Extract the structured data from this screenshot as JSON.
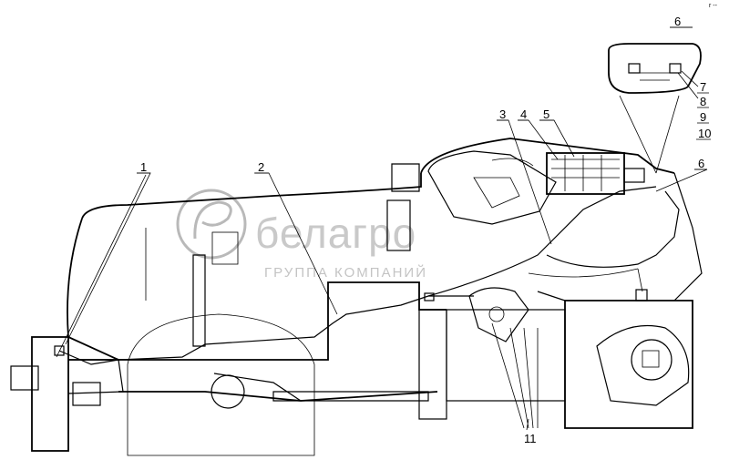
{
  "diagram": {
    "callouts": [
      "1",
      "2",
      "3",
      "4",
      "5",
      "6",
      "7",
      "8",
      "9",
      "10",
      "6",
      "11"
    ],
    "watermark": {
      "brand": "белагро",
      "tagline": "ГРУППА КОМПАНИЙ"
    },
    "corner_mark": "r -- "
  }
}
